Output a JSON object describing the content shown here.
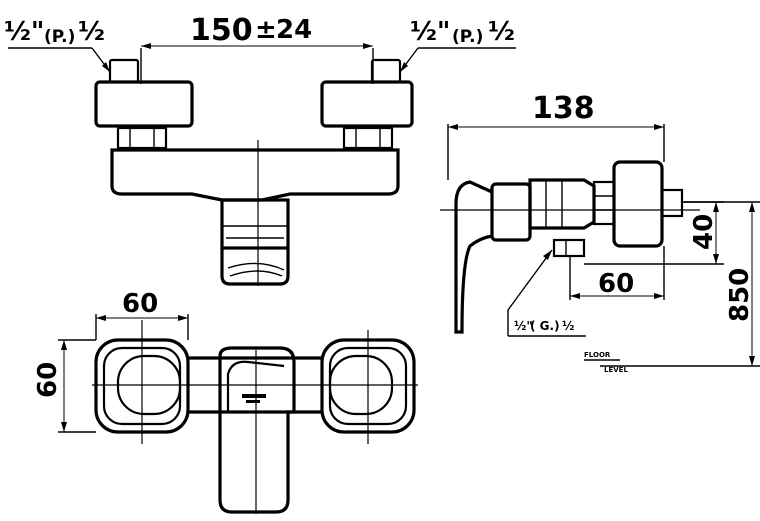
{
  "dimensions": {
    "top_width": "150",
    "top_tolerance_sign": "±",
    "top_tolerance": "24",
    "side_depth": "138",
    "side_60": "60",
    "side_40": "40",
    "side_850": "850",
    "plan_width": "60",
    "plan_height": "60"
  },
  "fittings": {
    "left_inlet": {
      "size_a": "½\"",
      "type": "(P.)",
      "size_b": "½"
    },
    "right_inlet": {
      "size_a": "½\"",
      "type": "(P.)",
      "size_b": "½"
    },
    "outlet": {
      "size_a": "½\"",
      "type": "( G.)",
      "size_b": "½"
    }
  },
  "floor_level": {
    "line1": "FLOOR",
    "line2": "LEVEL"
  },
  "colors": {
    "ink": "#000000",
    "paper": "#ffffff"
  }
}
